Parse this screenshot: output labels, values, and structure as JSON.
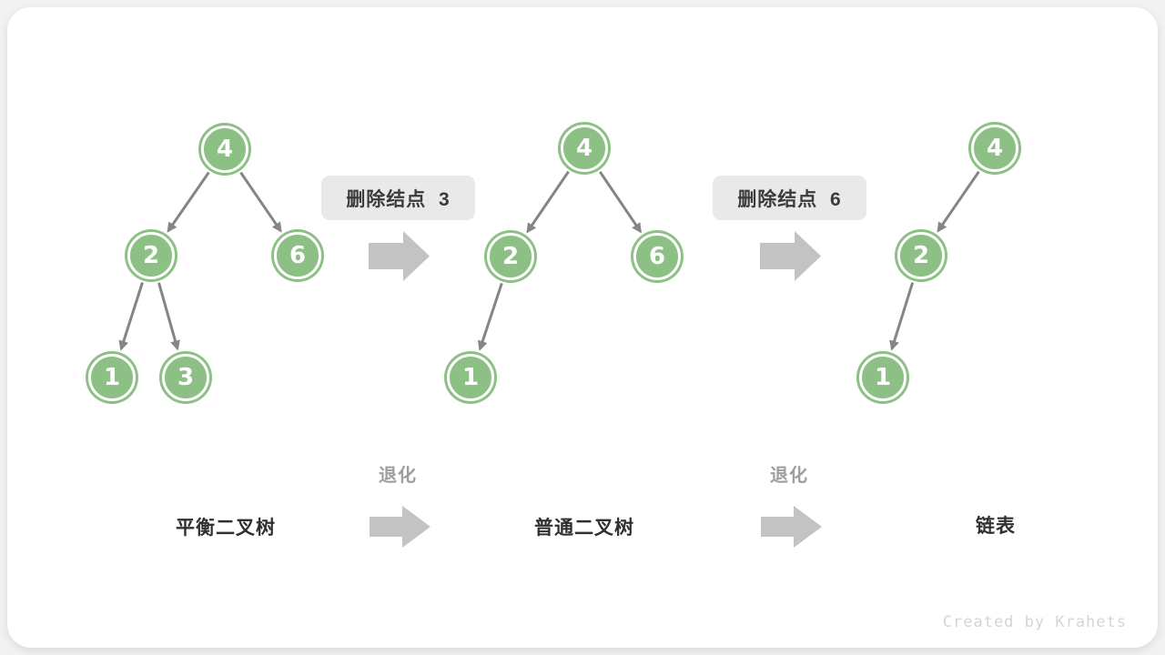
{
  "badges": [
    {
      "label": "删除结点  3"
    },
    {
      "label": "删除结点  6"
    }
  ],
  "labels": {
    "degrade": "退化"
  },
  "trees": [
    {
      "caption": "平衡二叉树",
      "nodes": [
        {
          "value": "4"
        },
        {
          "value": "2"
        },
        {
          "value": "6"
        },
        {
          "value": "1"
        },
        {
          "value": "3"
        }
      ]
    },
    {
      "caption": "普通二叉树",
      "nodes": [
        {
          "value": "4"
        },
        {
          "value": "2"
        },
        {
          "value": "6"
        },
        {
          "value": "1"
        }
      ]
    },
    {
      "caption": "链表",
      "nodes": [
        {
          "value": "4"
        },
        {
          "value": "2"
        },
        {
          "value": "1"
        }
      ]
    }
  ],
  "watermark": "Created by Krahets",
  "colors": {
    "node_fill": "#8CC084",
    "node_ring": "#FFFFFF",
    "edge": "#858585",
    "block_arrow": "#C3C3C3",
    "badge_bg": "#E9E9E9",
    "badge_text": "#3B3B3B",
    "caption_text": "#303030",
    "degrade_text": "#9E9E9E",
    "watermark_text": "#D5D5D5",
    "card_bg": "#FFFFFF",
    "page_bg": "#F2F2F2"
  }
}
